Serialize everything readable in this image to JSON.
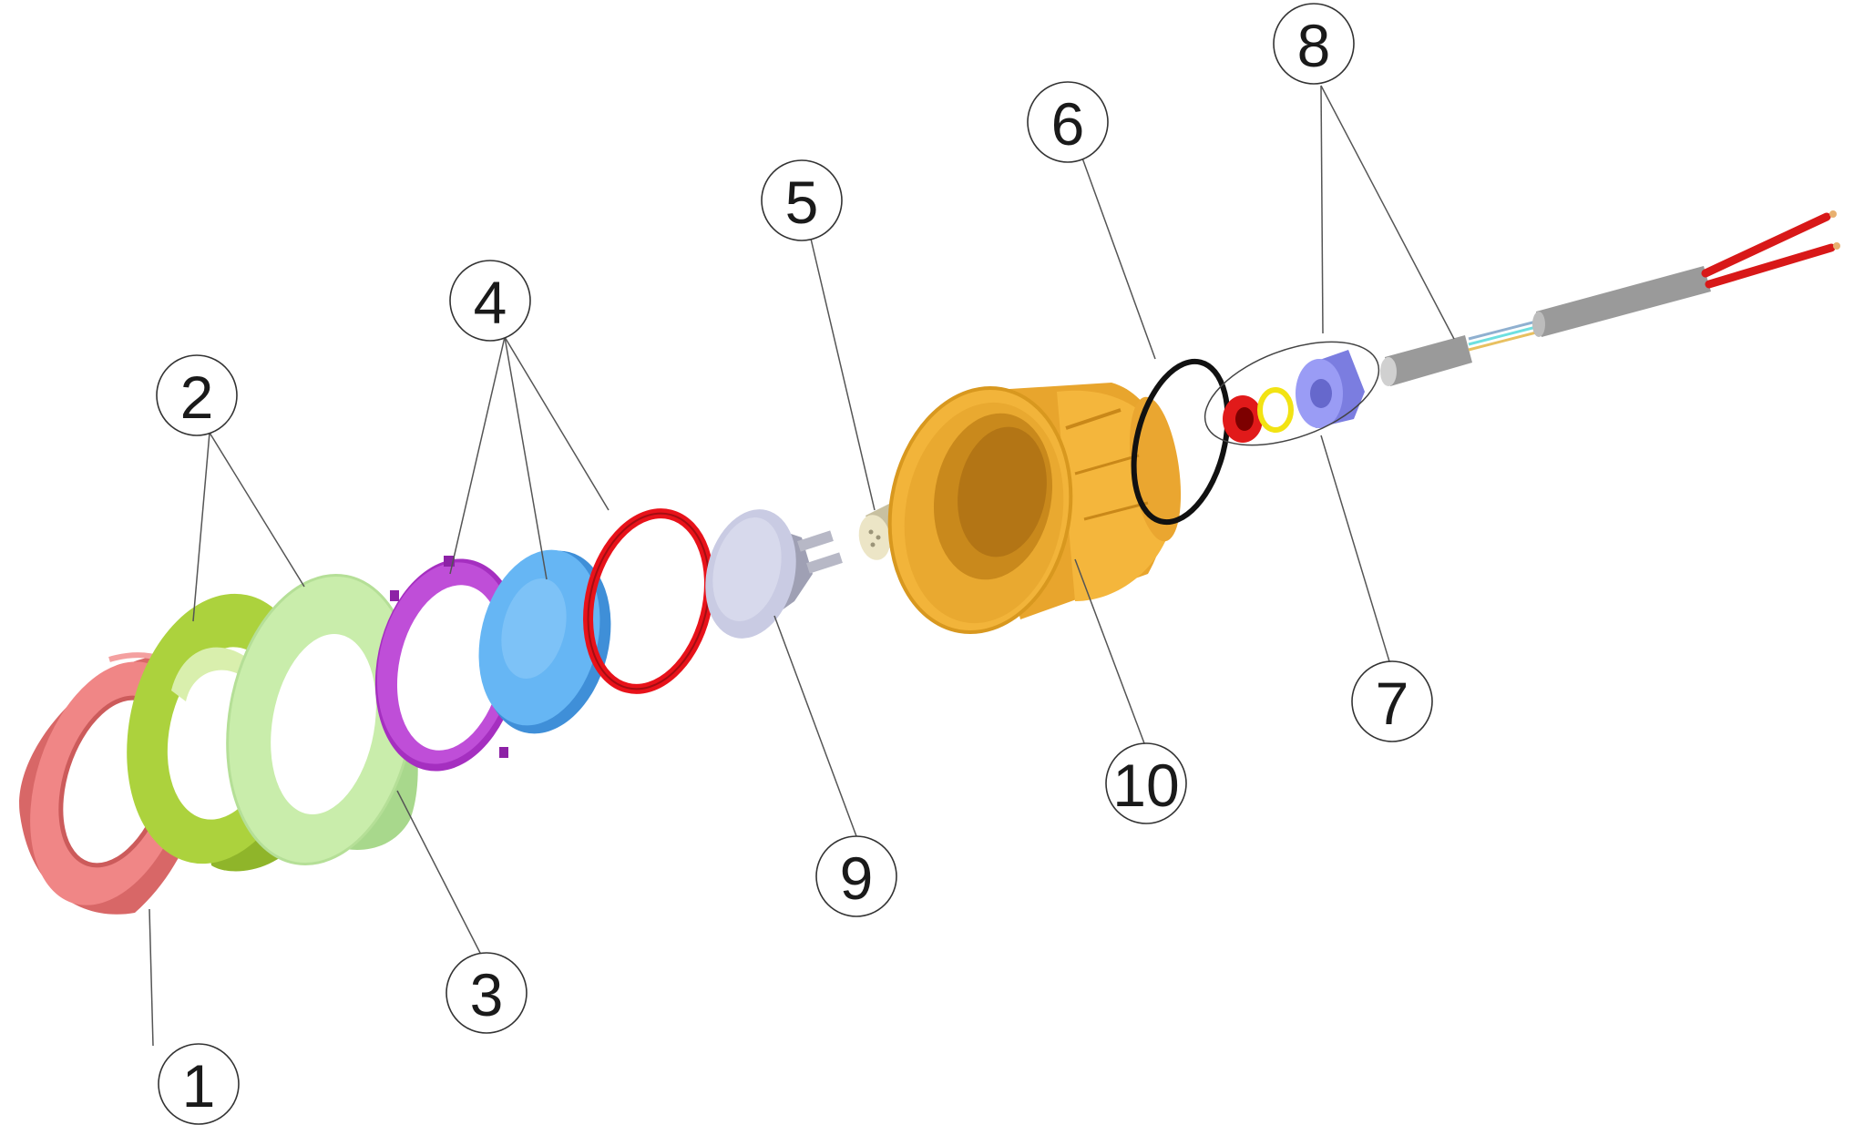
{
  "diagram": {
    "callouts": [
      {
        "id": "1",
        "label": "1"
      },
      {
        "id": "2",
        "label": "2"
      },
      {
        "id": "3",
        "label": "3"
      },
      {
        "id": "4",
        "label": "4"
      },
      {
        "id": "5",
        "label": "5"
      },
      {
        "id": "6",
        "label": "6"
      },
      {
        "id": "7",
        "label": "7"
      },
      {
        "id": "8",
        "label": "8"
      },
      {
        "id": "9",
        "label": "9"
      },
      {
        "id": "10",
        "label": "10"
      }
    ],
    "parts": [
      {
        "name": "pink-ring",
        "color": "#ef7f7f"
      },
      {
        "name": "lime-green-ring",
        "color": "#a9cf3a"
      },
      {
        "name": "light-green-ring",
        "color": "#c7eba7"
      },
      {
        "name": "purple-ring",
        "color": "#b53ad1"
      },
      {
        "name": "blue-lens",
        "color": "#62b2f2"
      },
      {
        "name": "red-o-ring",
        "color": "#e8121a"
      },
      {
        "name": "lamp-bulb",
        "color": "#c9cbe3"
      },
      {
        "name": "lamp-socket",
        "color": "#e4dcb6"
      },
      {
        "name": "gold-housing",
        "color": "#f2b43a"
      },
      {
        "name": "black-o-ring",
        "color": "#111111"
      },
      {
        "name": "red-gland-seal",
        "color": "#e11a1a"
      },
      {
        "name": "yellow-gland-washer",
        "color": "#f2e313"
      },
      {
        "name": "blue-gland-nut",
        "color": "#8c8ef0"
      },
      {
        "name": "grey-cable",
        "color": "#9a9a9a"
      },
      {
        "name": "red-wire",
        "color": "#d81818"
      }
    ]
  }
}
